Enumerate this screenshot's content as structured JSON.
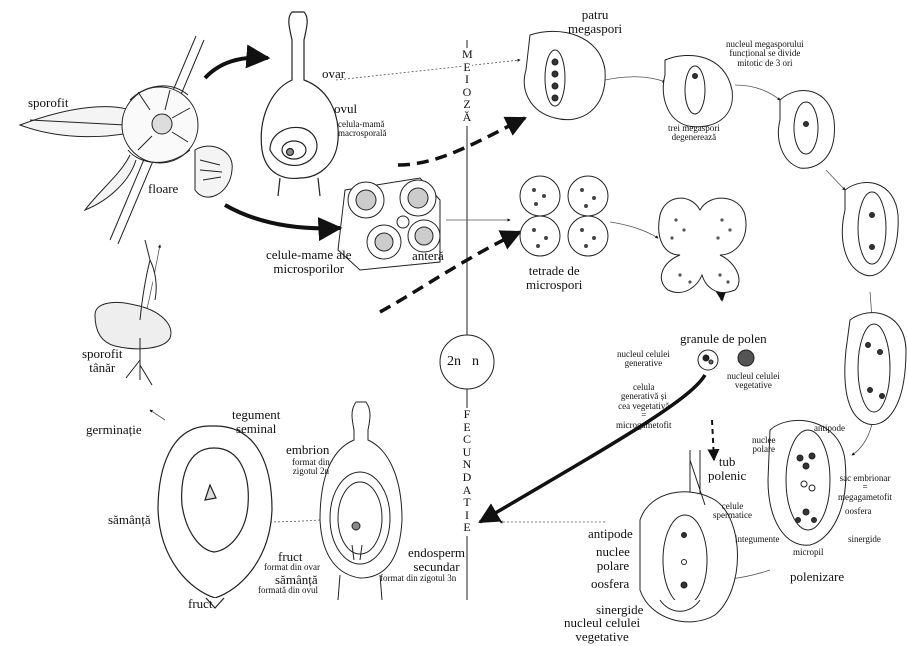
{
  "labels": {
    "sporofit": "sporofit",
    "floare": "floare",
    "ovar": "ovar",
    "ovul": "ovul",
    "celula_mama": "celula-mamă\nmacrosporală",
    "celule_mame": "celule-mame ale\nmicrosporilor",
    "antera": "anteră",
    "patru_megaspori": "patru\nmegaspori",
    "trei_megaspori": "trei megaspori\ndegenerează",
    "nucleul_megasporului": "nucleul megasporului\nfuncțional se divide\nmitotic de 3 ori",
    "tetrade": "tetrade de\nmicrospori",
    "granule_polen": "granule de polen",
    "nucleul_generative": "nucleul celulei\ngenerative",
    "nucleul_vegetative": "nucleul celulei\nvegetative",
    "celula_generativa": "celula\ngenerativă și\ncea vegetativă\n=\nmicrogametofit",
    "tub_polenic": "tub\npolenic",
    "celule_spermatice": "celule\nspermatice",
    "antipode_top": "antipode",
    "nuclee_polare_top": "nuclee\npolare",
    "sac_embrionar": "sac embrionar\n=\nmegagametofit",
    "oosfera_top": "oosfera",
    "integumente": "integumente",
    "sinergide_top": "sinergide",
    "micropil": "micropil",
    "polenizare": "polenizare",
    "antipode": "antipode",
    "nuclee_polare": "nuclee\npolare",
    "oosfera": "oosfera",
    "sinergide": "sinergide",
    "nucleul_vegetative_bottom": "nucleul celulei\nvegetative",
    "endosperm": "endosperm\nsecundar",
    "endosperm_sub": "format din zigotul 3n",
    "embrion": "embrion",
    "embrion_sub": "format din\nzigotul 2n",
    "fruct_title": "fruct",
    "fruct_sub": "format din ovar",
    "samanta_title": "sămânță",
    "samanta_sub": "formată din ovul",
    "tegument": "tegument\nseminal",
    "samanta": "sămânță",
    "fruct": "fruct",
    "germinatie": "germinație",
    "sporofit_tanar": "sporofit\ntânăr",
    "meioza": "MEIOZĂ",
    "fecundatie": "FECUNDATIE",
    "ploidy_left": "2n",
    "ploidy_right": "n"
  }
}
